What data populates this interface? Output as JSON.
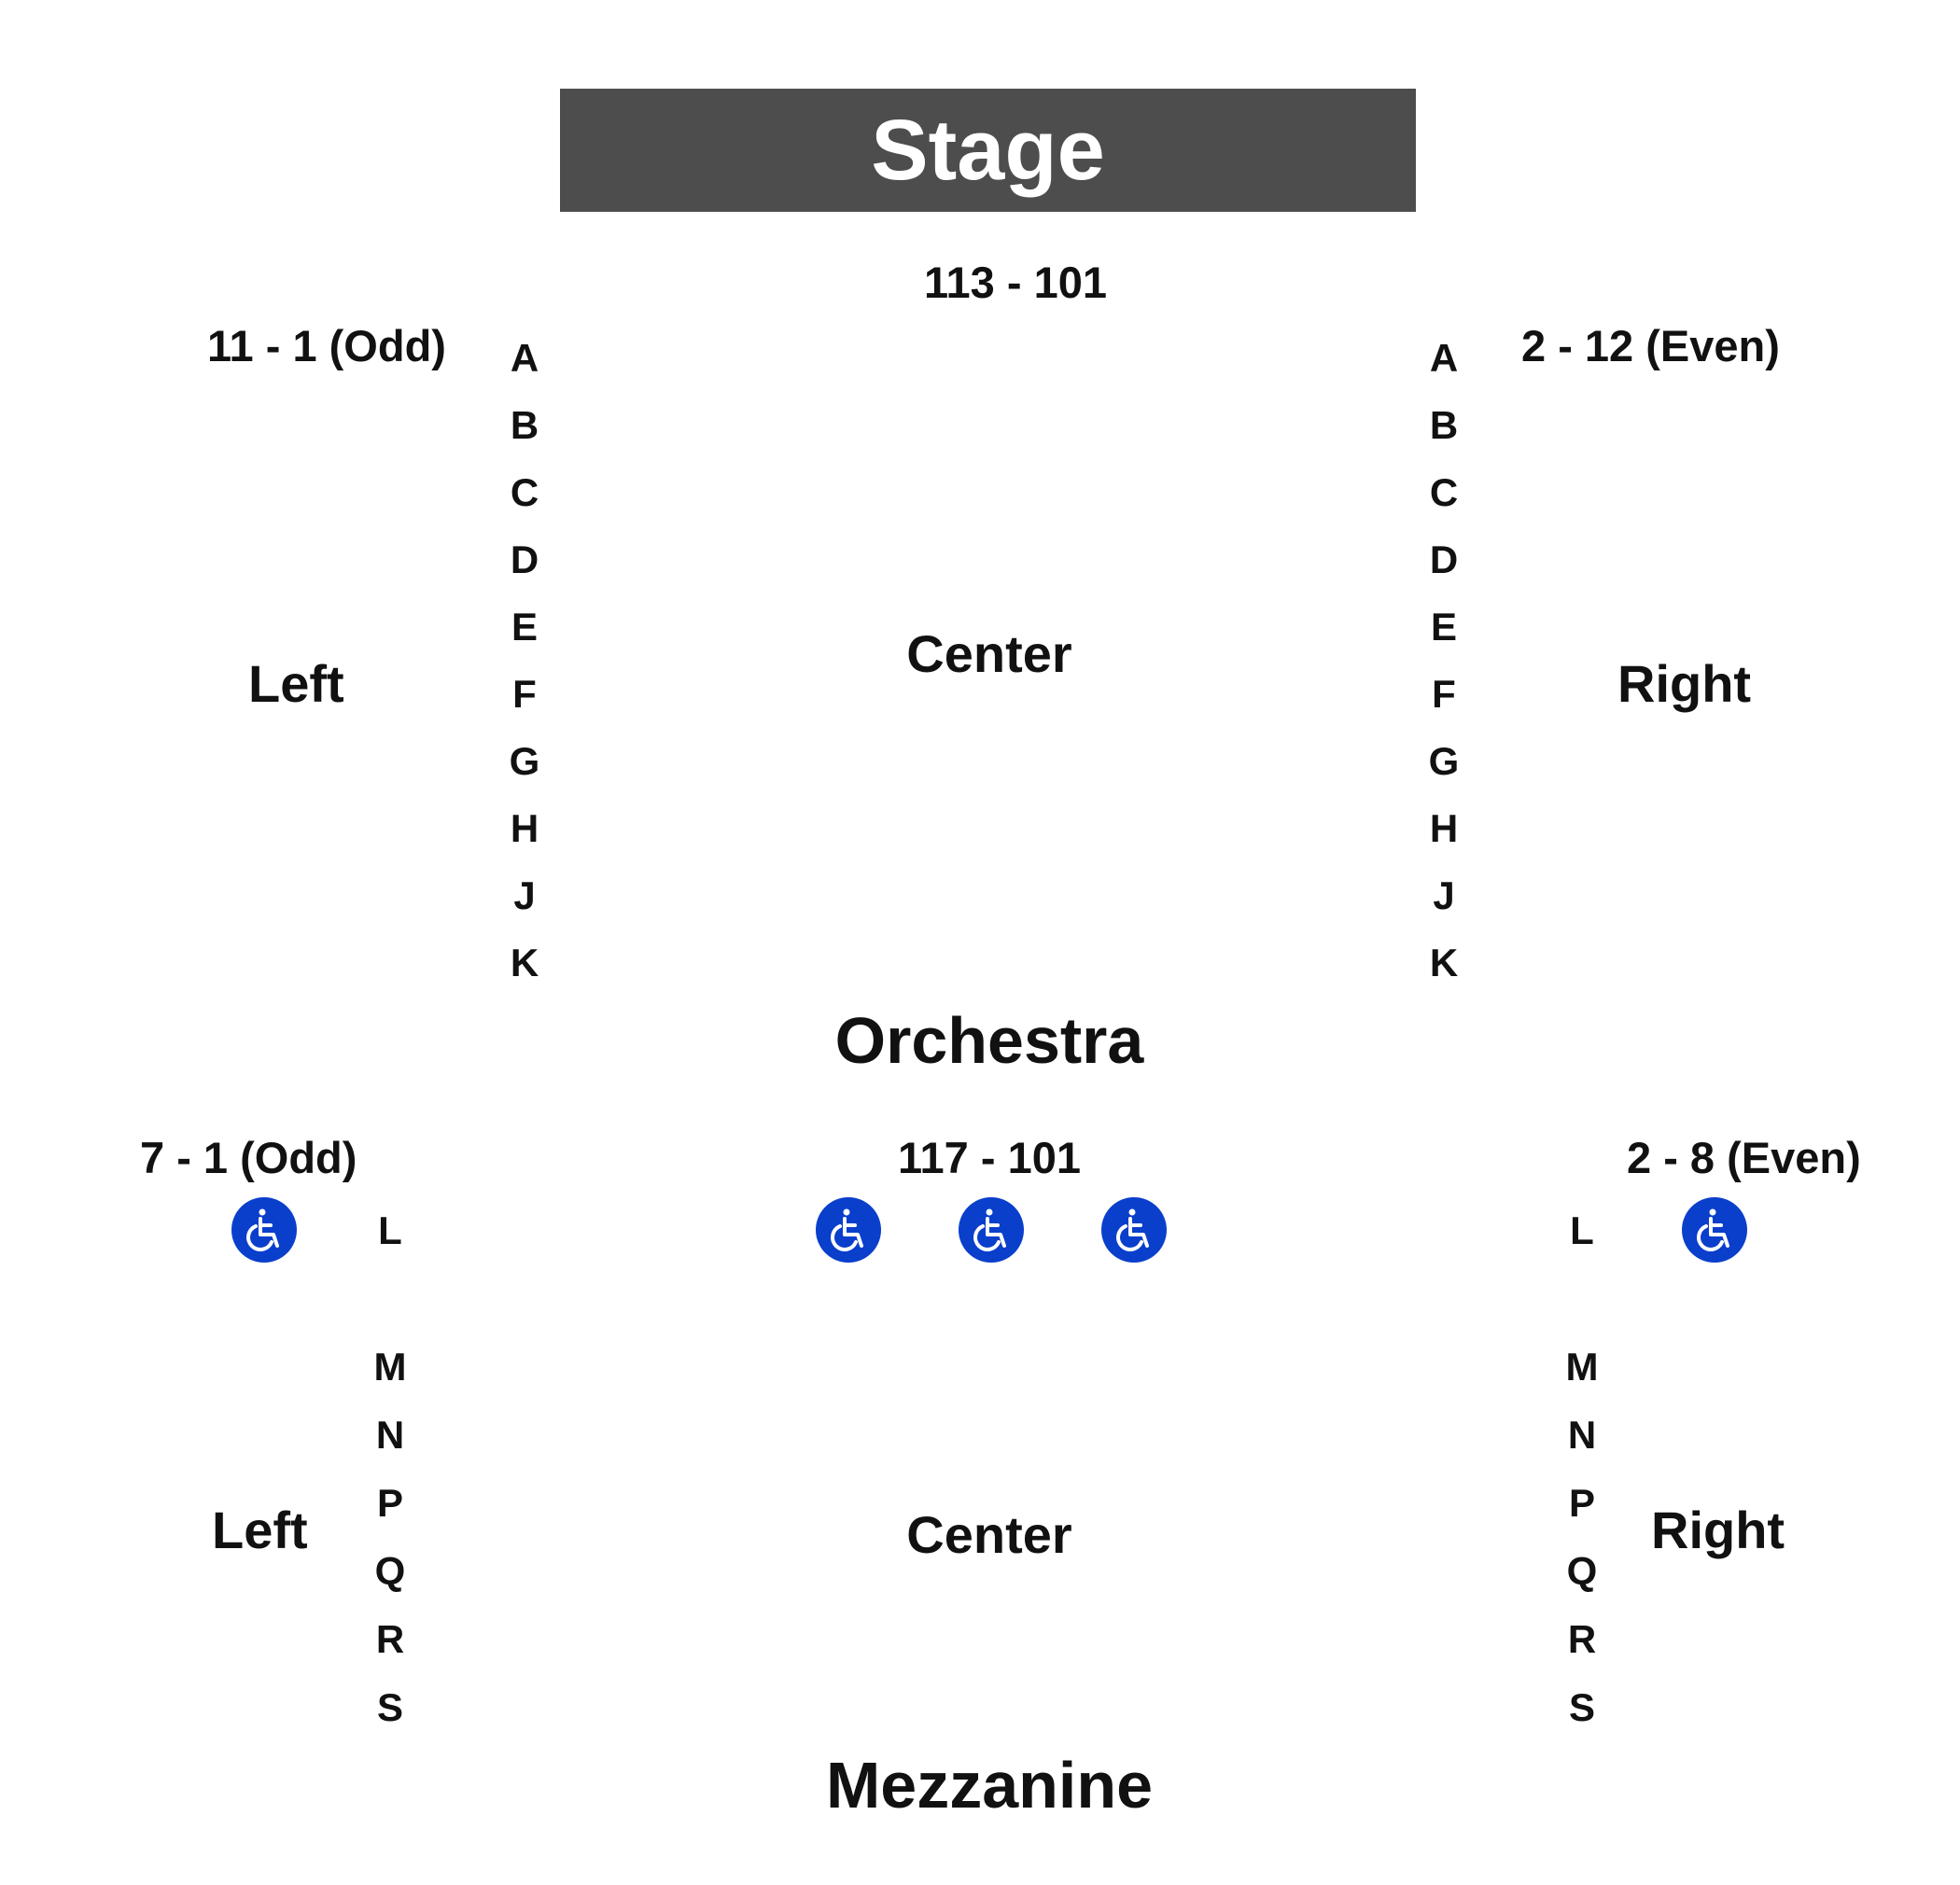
{
  "stage": {
    "label": "Stage",
    "color": "#4d4d4d"
  },
  "orchestra": {
    "title": "Orchestra",
    "left_range": "11 - 1 (Odd)",
    "center_range": "113 - 101",
    "right_range": "2 - 12 (Even)",
    "left_label": "Left",
    "center_label": "Center",
    "right_label": "Right",
    "rows": [
      "A",
      "B",
      "C",
      "D",
      "E",
      "F",
      "G",
      "H",
      "J",
      "K"
    ]
  },
  "mezzanine": {
    "title": "Mezzanine",
    "left_range": "7 - 1 (Odd)",
    "center_range": "117 - 101",
    "right_range": "2 - 8 (Even)",
    "left_label": "Left",
    "center_label": "Center",
    "right_label": "Right",
    "rows": [
      "L",
      "M",
      "N",
      "P",
      "Q",
      "R",
      "S"
    ]
  },
  "icons": {
    "wheelchair": "wheelchair-accessible-icon",
    "wheelchair_color": "#0a3fcc",
    "wheelchair_count": 5
  }
}
